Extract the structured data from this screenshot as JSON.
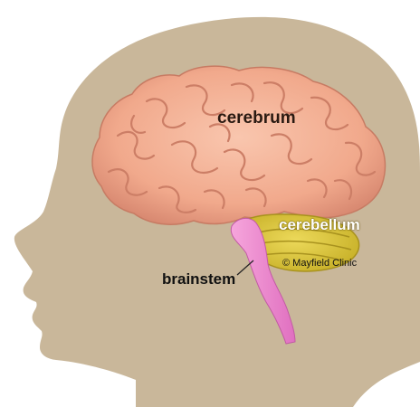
{
  "labels": {
    "cerebrum": "cerebrum",
    "cerebellum": "cerebellum",
    "brainstem": "brainstem",
    "credit": "© Mayfield Clinic"
  },
  "colors": {
    "head_silhouette": "#c9b79a",
    "cerebrum": "#f3b095",
    "cerebrum_shadow": "#d98a72",
    "cerebellum": "#e4cf3e",
    "brainstem": "#f08ad0",
    "background": "#ffffff"
  }
}
